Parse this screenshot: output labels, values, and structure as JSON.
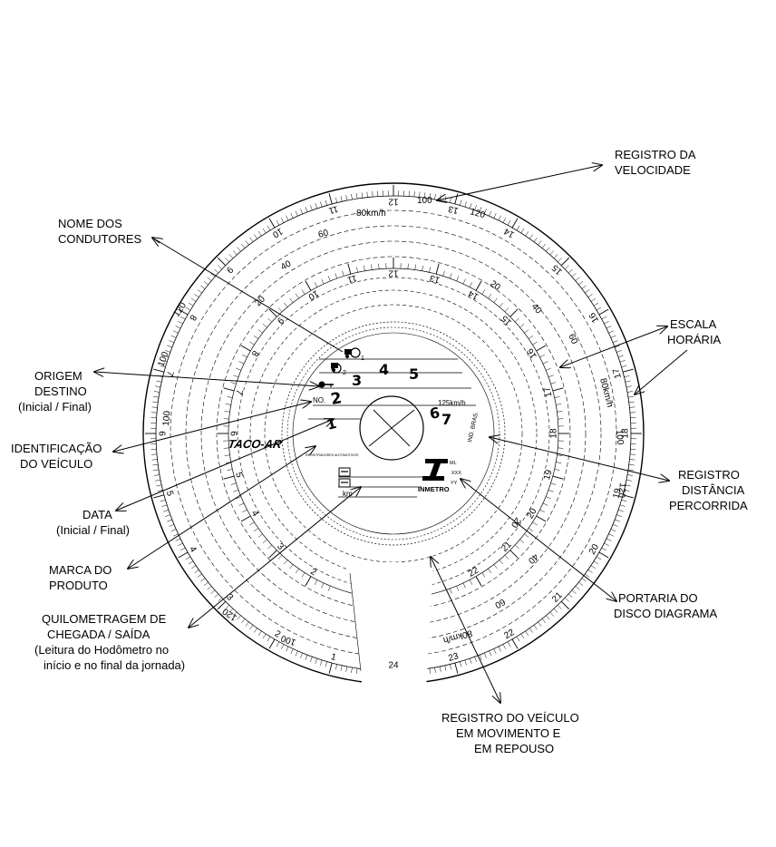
{
  "labels": {
    "registro_velocidade": [
      "REGISTRO DA",
      "VELOCIDADE"
    ],
    "nome_condutores": [
      "NOME DOS",
      "CONDUTORES"
    ],
    "escala_horaria": [
      "ESCALA",
      "HORÁRIA"
    ],
    "origem_destino": [
      "ORIGEM",
      "DESTINO",
      "(Inicial / Final)"
    ],
    "identificacao_veiculo": [
      "IDENTIFICAÇÃO",
      "DO VEÍCULO"
    ],
    "registro_distancia": [
      "REGISTRO",
      "DISTÂNCIA",
      "PERCORRIDA"
    ],
    "data": [
      "DATA",
      "(Inicial / Final)"
    ],
    "marca_produto": [
      "MARCA DO",
      "PRODUTO"
    ],
    "quilometragem": [
      "QUILOMETRAGEM DE",
      "CHEGADA / SAÍDA",
      "(Leitura do Hodômetro no",
      "início e no final da jornada)"
    ],
    "portaria": [
      "PORTARIA DO",
      "DISCO DIAGRAMA"
    ],
    "registro_veiculo": [
      "REGISTRO DO VEÍCULO",
      "EM MOVIMENTO E",
      "EM REPOUSO"
    ]
  },
  "disc": {
    "speed_outer": [
      "80km/h",
      "100",
      "120",
      "60",
      "40",
      "20"
    ],
    "speed_inner": [
      "125km/h"
    ],
    "hours": [
      "1",
      "2",
      "3",
      "4",
      "5",
      "6",
      "7",
      "8",
      "9",
      "10",
      "11",
      "12",
      "13",
      "14",
      "15",
      "16",
      "17",
      "18",
      "19",
      "20",
      "21",
      "22",
      "23",
      "24"
    ],
    "brand": "TACO-AR",
    "brand_sub": "REGISTRADORES AUTOMOTIVOS",
    "ind_bras": "IND. BRAS.",
    "inmetro": "INMETRO",
    "inmetro_codes": [
      "ML",
      "XXX",
      "YY"
    ],
    "no_label": "NO.",
    "km_label": "km",
    "handwritten": [
      "1",
      "2",
      "3",
      "4",
      "5",
      "6",
      "7"
    ],
    "driver_marks": [
      "1",
      "2"
    ]
  }
}
